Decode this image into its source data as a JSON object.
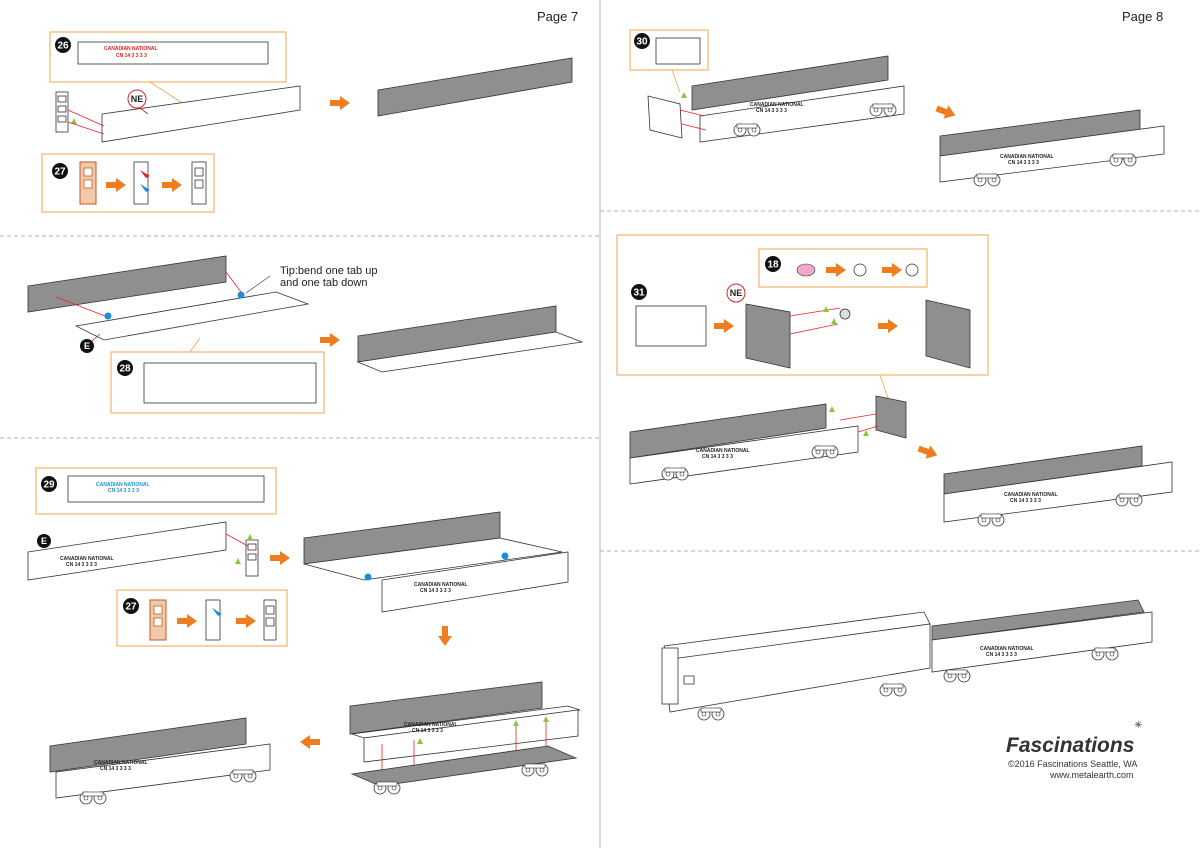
{
  "pages": {
    "left": "Page 7",
    "right": "Page 8"
  },
  "steps": [
    "26",
    "27",
    "28",
    "27",
    "29",
    "30",
    "31",
    "18"
  ],
  "part_labels": {
    "ne": "NE",
    "e": "E"
  },
  "tip": {
    "line1": "Tip:bend one tab up",
    "line2": "and one tab down"
  },
  "car_marking": {
    "name": "CANADIAN   NATIONAL",
    "number": "CN 14   3 3 3 3"
  },
  "brand": {
    "name": "Fascinations",
    "copyright": "©2016 Fascinations Seattle, WA",
    "url": "www.metalearth.com"
  },
  "colors": {
    "arrow": "#ee7d1f",
    "box": "#f0a64a",
    "marker_triangle": "#8cc63f",
    "marker_dot": "#1a8fd8",
    "guide_line": "#e22222"
  }
}
